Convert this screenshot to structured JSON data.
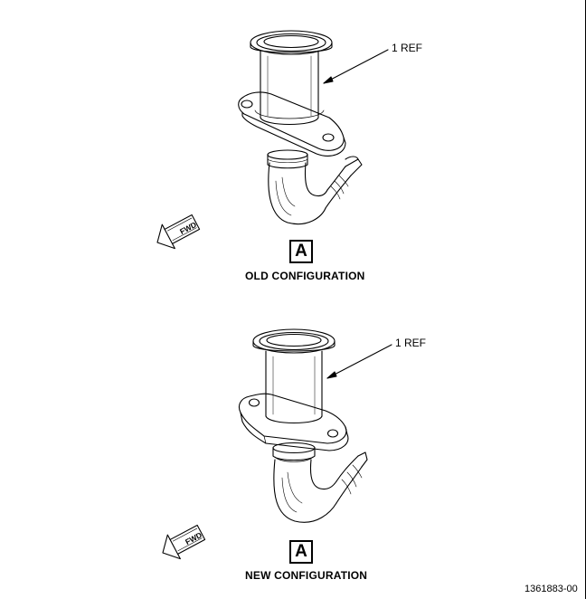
{
  "views": [
    {
      "ref_label": "1 REF",
      "view_letter": "A",
      "caption": "OLD CONFIGURATION",
      "fwd_label": "FWD"
    },
    {
      "ref_label": "1 REF",
      "view_letter": "A",
      "caption": "NEW CONFIGURATION",
      "fwd_label": "FWD"
    }
  ],
  "figure_number": "1361883-00"
}
